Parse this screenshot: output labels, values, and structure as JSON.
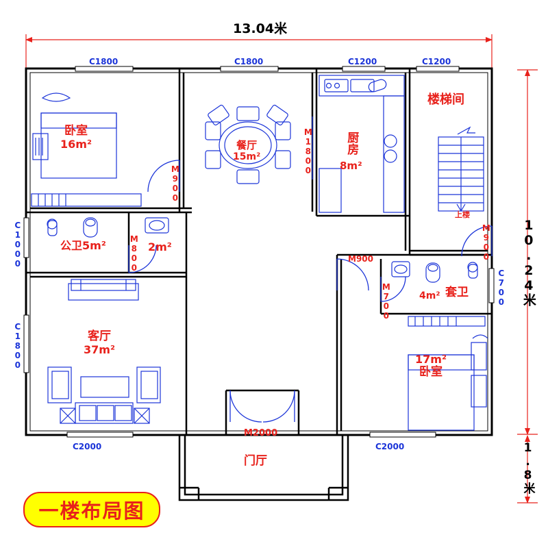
{
  "title_badge": {
    "text": "一楼布局图"
  },
  "dimensions": {
    "top_overall": "13.04米",
    "right_overall": "10.24米",
    "right_porch": "1.8米"
  },
  "windows": {
    "top": [
      {
        "label": "C1800"
      },
      {
        "label": "C1800"
      },
      {
        "label": "C1200"
      },
      {
        "label": "C1200"
      }
    ],
    "left": [
      {
        "label": "C1000"
      },
      {
        "label": "C1800"
      }
    ],
    "right": [
      {
        "label": "C700"
      }
    ],
    "bottom": [
      {
        "label": "C2000"
      },
      {
        "label": "C2000"
      }
    ]
  },
  "doors": [
    {
      "label": "M900"
    },
    {
      "label": "M1800"
    },
    {
      "label": "M800"
    },
    {
      "label": "M900"
    },
    {
      "label": "M900"
    },
    {
      "label": "M700"
    },
    {
      "label": "M2000"
    }
  ],
  "rooms": [
    {
      "name": "卧室",
      "area": "16m²"
    },
    {
      "name": "餐厅",
      "area": "15m²"
    },
    {
      "name": "厨房",
      "area": "8m²"
    },
    {
      "name": "楼梯间",
      "area": ""
    },
    {
      "name": "公卫",
      "area": "5m²"
    },
    {
      "name": "",
      "area": "2m²"
    },
    {
      "name": "客厅",
      "area": "37m²"
    },
    {
      "name": "套卫",
      "area": "4m²"
    },
    {
      "name": "卧室",
      "area": "17m²"
    },
    {
      "name": "门厅",
      "area": ""
    }
  ],
  "annotations": {
    "stair_direction": "上楼"
  },
  "colors": {
    "walls": "#000000",
    "furniture": "#1b34d8",
    "room_labels": "#e8211b",
    "dimension_lines": "#e8211b",
    "badge_fill": "#ffff00"
  }
}
